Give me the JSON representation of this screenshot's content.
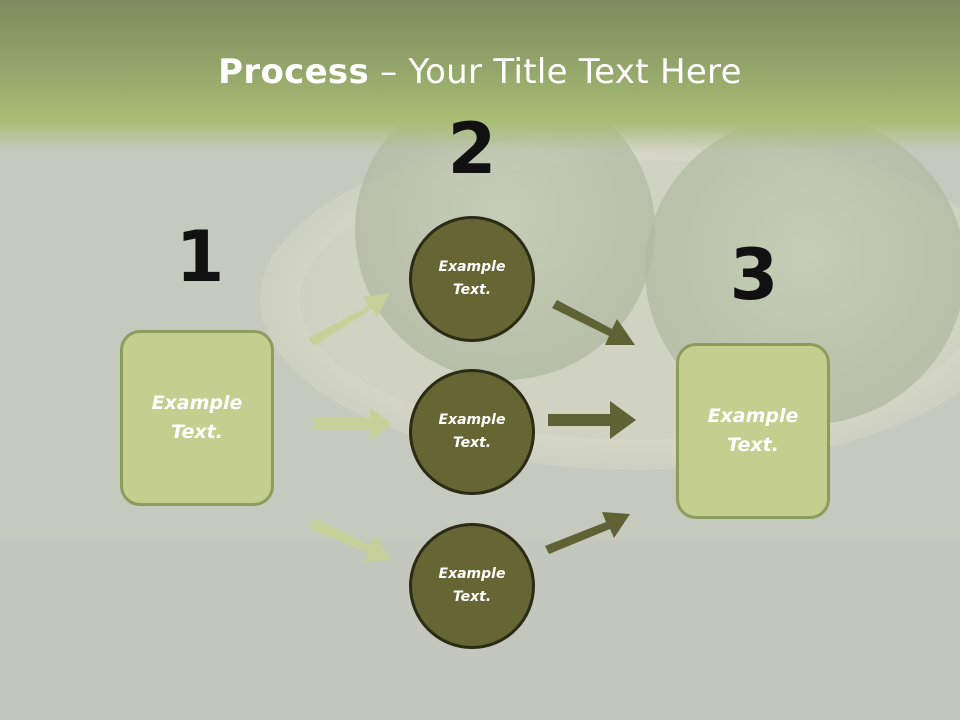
{
  "slide": {
    "title_bold": "Process",
    "title_rest": " – Your Title Text Here"
  },
  "steps": {
    "step1": {
      "number": "1",
      "text": "Example\nText."
    },
    "step2": {
      "number": "2"
    },
    "step3": {
      "number": "3",
      "text": "Example\nText."
    }
  },
  "circles": [
    {
      "text": "Example\nText."
    },
    {
      "text": "Example\nText."
    },
    {
      "text": "Example\nText."
    }
  ],
  "colors": {
    "light_arrow": "#c8d09a",
    "dark_arrow": "#5f6235",
    "box_fill": "#c4ce8f",
    "circle_fill": "#666635"
  }
}
